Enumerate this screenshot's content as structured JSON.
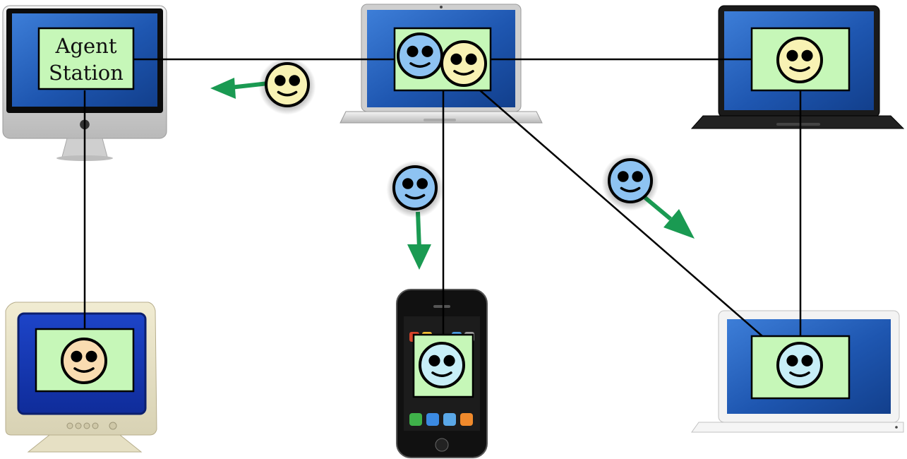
{
  "agent_station": {
    "line1": "Agent",
    "line2": "Station"
  },
  "colors": {
    "screen_green": "#c6f7b8",
    "screen_border": "#000000",
    "desk_blue": "#1f5db8",
    "agent_blue": "#8ec3f2",
    "agent_yellow": "#f8f2b4",
    "agent_peach": "#f9dcb1",
    "agent_light_blue": "#c7eef7",
    "arrow_green": "#1a9a52",
    "link_line": "#000000"
  },
  "devices": [
    {
      "id": "imac",
      "kind": "desktop-imac",
      "agents": []
    },
    {
      "id": "macbook-pro",
      "kind": "laptop-silver",
      "agents": [
        "blue",
        "yellow"
      ]
    },
    {
      "id": "macbook-black",
      "kind": "laptop-black",
      "agents": [
        "yellow"
      ]
    },
    {
      "id": "crt-monitor",
      "kind": "crt",
      "agents": [
        "peach"
      ]
    },
    {
      "id": "iphone",
      "kind": "phone",
      "agents": [
        "light_blue"
      ]
    },
    {
      "id": "macbook-white",
      "kind": "laptop-white",
      "agents": [
        "light_blue"
      ]
    }
  ],
  "migrating_agents": [
    {
      "color": "yellow",
      "direction": "left"
    },
    {
      "color": "blue",
      "direction": "down"
    },
    {
      "color": "blue",
      "direction": "down-right"
    }
  ]
}
